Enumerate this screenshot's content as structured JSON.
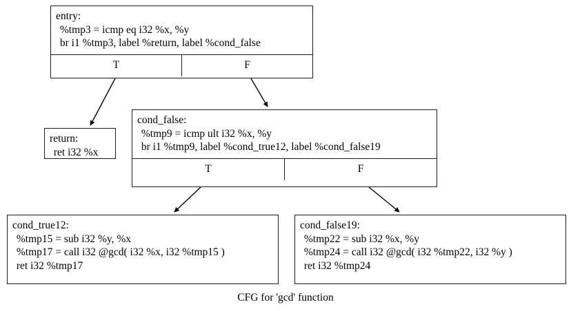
{
  "diagram": {
    "caption": "CFG for 'gcd' function",
    "background": "#ffffff",
    "line_color": "#1a1a1a"
  },
  "nodes": {
    "entry": {
      "label": "entry:",
      "lines": [
        " %tmp3 = icmp eq i32 %x, %y",
        " br i1 %tmp3, label %return, label %cond_false"
      ],
      "ports": {
        "true_label": "T",
        "false_label": "F"
      }
    },
    "return": {
      "label": "return:",
      "lines": [
        " ret i32 %x"
      ]
    },
    "cond_false": {
      "label": "cond_false:",
      "lines": [
        " %tmp9 = icmp ult i32 %x, %y",
        " br i1 %tmp9, label %cond_true12, label %cond_false19"
      ],
      "ports": {
        "true_label": "T",
        "false_label": "F"
      }
    },
    "cond_true12": {
      "label": "cond_true12:",
      "lines": [
        " %tmp15 = sub i32 %y, %x",
        " %tmp17 = call i32 @gcd( i32 %x, i32 %tmp15 )",
        " ret i32 %tmp17"
      ]
    },
    "cond_false19": {
      "label": "cond_false19:",
      "lines": [
        " %tmp22 = sub i32 %x, %y",
        " %tmp24 = call i32 @gcd( i32 %tmp22, i32 %y )",
        " ret i32 %tmp24"
      ]
    }
  },
  "edges": [
    {
      "from": "entry:T",
      "to": "return"
    },
    {
      "from": "entry:F",
      "to": "cond_false"
    },
    {
      "from": "cond_false:T",
      "to": "cond_true12"
    },
    {
      "from": "cond_false:F",
      "to": "cond_false19"
    }
  ]
}
